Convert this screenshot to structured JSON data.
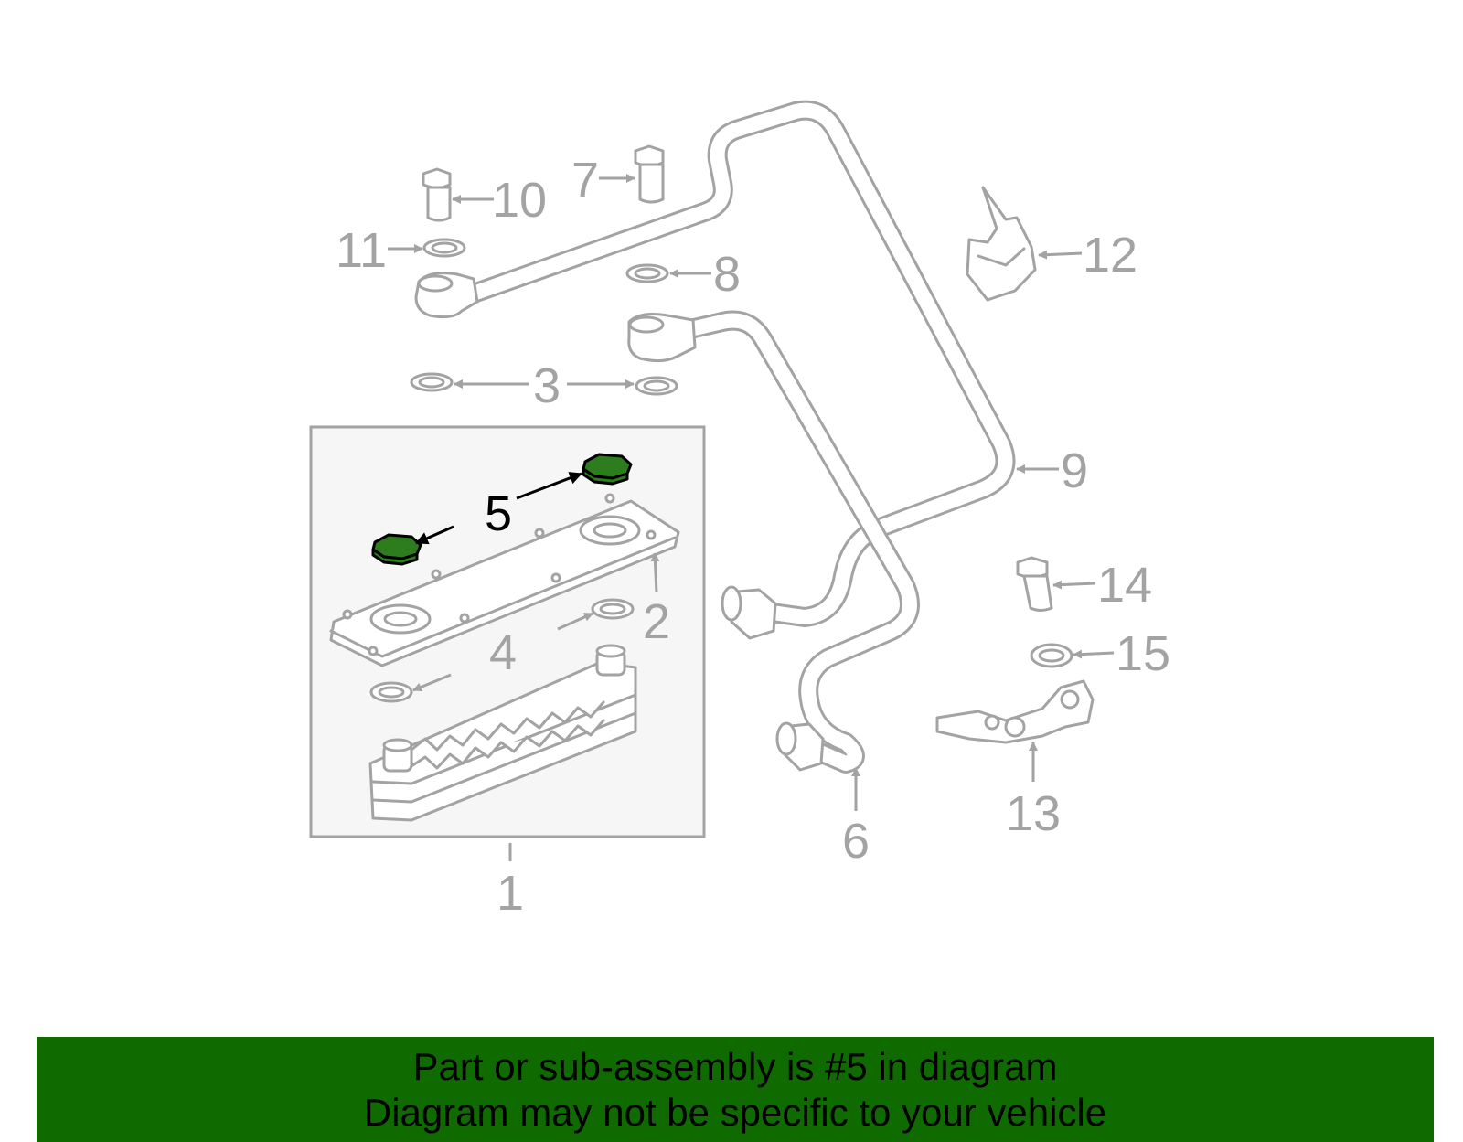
{
  "callouts": {
    "c1": "1",
    "c2": "2",
    "c3": "3",
    "c4": "4",
    "c5": "5",
    "c6": "6",
    "c7": "7",
    "c8": "8",
    "c9": "9",
    "c10": "10",
    "c11": "11",
    "c12": "12",
    "c13": "13",
    "c14": "14",
    "c15": "15"
  },
  "highlighted_part": "5",
  "colors": {
    "banner_background": "#0f6b00",
    "highlight_part": "#2d7d1e",
    "line_art": "#a3a3a3",
    "subassembly_box": "#f6f6f6"
  },
  "banner": {
    "line1": "Part or sub-assembly is #5 in diagram",
    "line2": "Diagram may not be specific to your vehicle"
  }
}
